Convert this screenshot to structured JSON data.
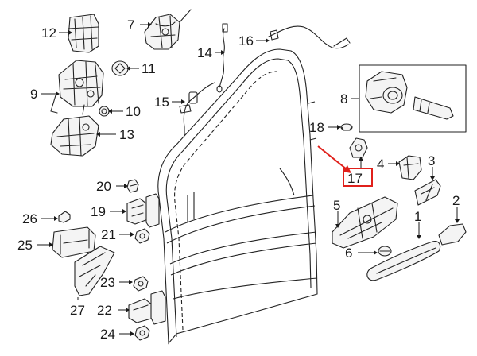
{
  "callouts": [
    {
      "id": "1",
      "label": "1"
    },
    {
      "id": "2",
      "label": "2"
    },
    {
      "id": "3",
      "label": "3"
    },
    {
      "id": "4",
      "label": "4"
    },
    {
      "id": "5",
      "label": "5"
    },
    {
      "id": "6",
      "label": "6"
    },
    {
      "id": "7",
      "label": "7"
    },
    {
      "id": "8",
      "label": "8"
    },
    {
      "id": "9",
      "label": "9"
    },
    {
      "id": "10",
      "label": "10"
    },
    {
      "id": "11",
      "label": "11"
    },
    {
      "id": "12",
      "label": "12"
    },
    {
      "id": "13",
      "label": "13"
    },
    {
      "id": "14",
      "label": "14"
    },
    {
      "id": "15",
      "label": "15"
    },
    {
      "id": "16",
      "label": "16"
    },
    {
      "id": "17",
      "label": "17"
    },
    {
      "id": "18",
      "label": "18"
    },
    {
      "id": "19",
      "label": "19"
    },
    {
      "id": "20",
      "label": "20"
    },
    {
      "id": "21",
      "label": "21"
    },
    {
      "id": "22",
      "label": "22"
    },
    {
      "id": "23",
      "label": "23"
    },
    {
      "id": "24",
      "label": "24"
    },
    {
      "id": "25",
      "label": "25"
    },
    {
      "id": "26",
      "label": "26"
    },
    {
      "id": "27",
      "label": "27"
    }
  ],
  "highlight": {
    "callout": "17",
    "color": "#e0201b"
  }
}
